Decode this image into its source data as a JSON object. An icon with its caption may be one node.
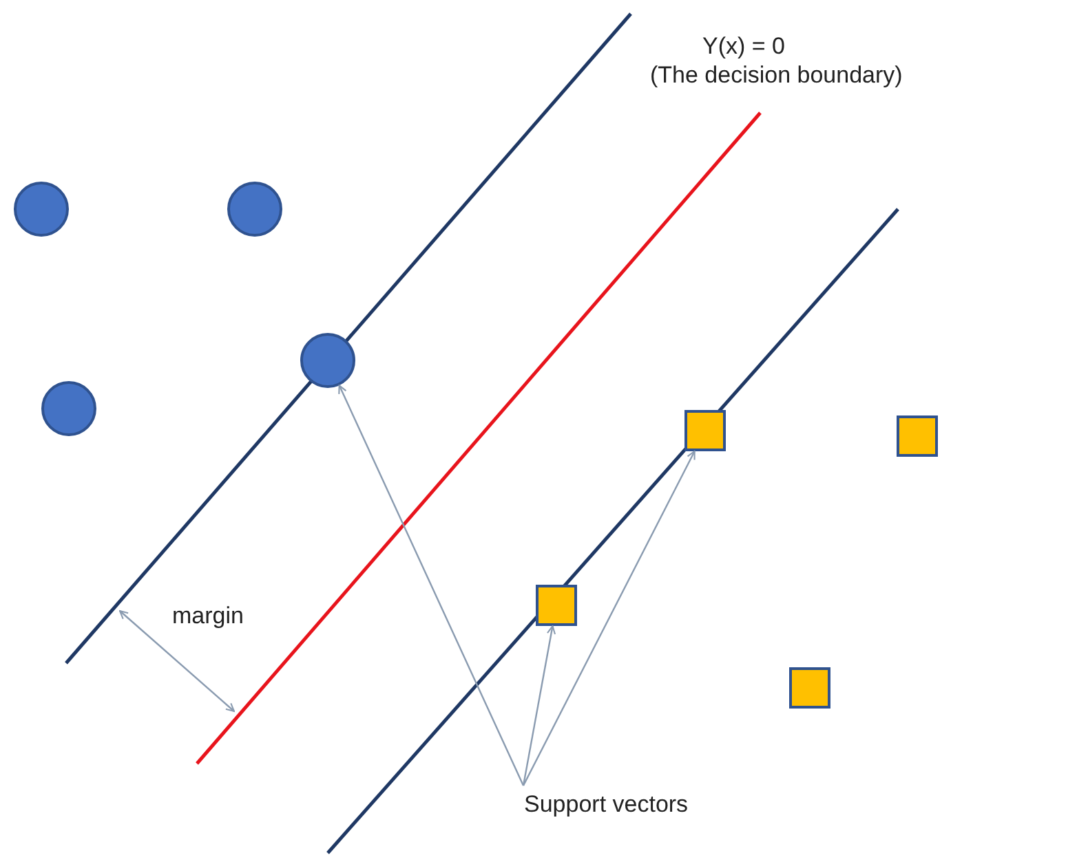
{
  "diagram": {
    "nodes": [
      {
        "text": [],
        "shape": "circle"
      },
      {
        "text": [],
        "shape": "circle"
      },
      {
        "text": [],
        "shape": "circle"
      },
      {
        "text": [],
        "shape": "circle"
      },
      {
        "text": [],
        "shape": "box"
      },
      {
        "text": [],
        "shape": "box"
      },
      {
        "text": [],
        "shape": "box"
      },
      {
        "text": [],
        "shape": "box"
      },
      {
        "text": [
          "Support vectors"
        ]
      }
    ],
    "edges": [
      {
        "from": 8,
        "to": 2,
        "arrow": "to"
      },
      {
        "from": 8,
        "to": 6,
        "arrow": "to"
      },
      {
        "from": 8,
        "to": 4,
        "arrow": "to"
      }
    ],
    "labels": [
      "Y(x) = 0",
      "(The decision boundary)",
      "margin"
    ]
  }
}
